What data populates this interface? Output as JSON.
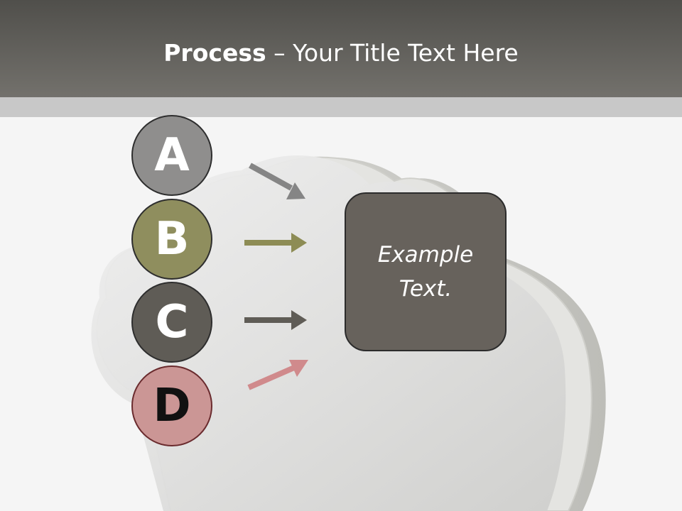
{
  "header": {
    "title_bold": "Process",
    "title_rest": " – Your Title Text Here"
  },
  "steps": [
    {
      "label": "A",
      "fill": "#8f8e8d",
      "text_color": "#ffffff",
      "arrow_color": "#858585"
    },
    {
      "label": "B",
      "fill": "#8f8e5e",
      "text_color": "#ffffff",
      "arrow_color": "#8d8c55"
    },
    {
      "label": "C",
      "fill": "#5f5c56",
      "text_color": "#ffffff",
      "arrow_color": "#5f5c56"
    },
    {
      "label": "D",
      "fill": "#cb9695",
      "text_color": "#111111",
      "arrow_color": "#d08a8c"
    }
  ],
  "box": {
    "line1": "Example",
    "line2": "Text."
  },
  "colors": {
    "header": "#5f5d58",
    "band": "#c8c8c8",
    "box_fill": "#67625c"
  }
}
